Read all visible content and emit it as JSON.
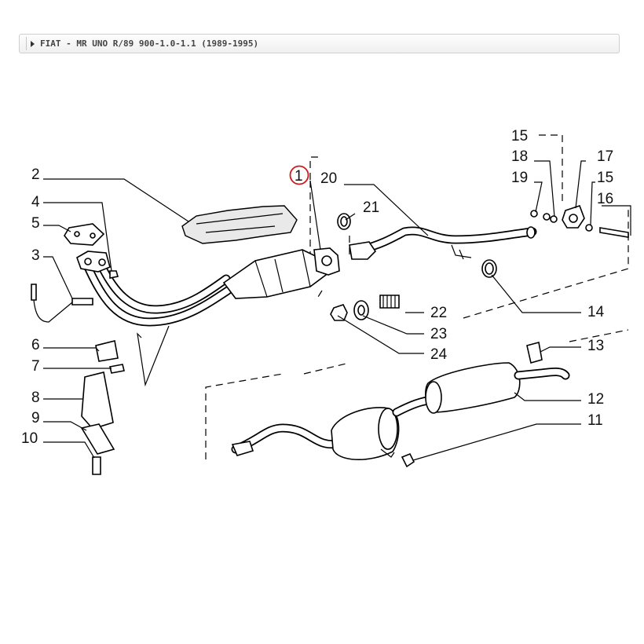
{
  "breadcrumb": {
    "text": "FIAT - MR UNO R/89 900-1.0-1.1 (1989-1995)"
  },
  "highlight_color": "#d11a1a",
  "callouts": {
    "c1": "1",
    "c2": "2",
    "c3": "3",
    "c4": "4",
    "c5": "5",
    "c6": "6",
    "c7": "7",
    "c8": "8",
    "c9": "9",
    "c10": "10",
    "c11": "11",
    "c12": "12",
    "c13": "13",
    "c14": "14",
    "c15a": "15",
    "c15b": "15",
    "c16": "16",
    "c17": "17",
    "c18": "18",
    "c19": "19",
    "c20": "20",
    "c21": "21",
    "c22": "22",
    "c23": "23",
    "c24": "24"
  },
  "highlighted_callout": "1"
}
